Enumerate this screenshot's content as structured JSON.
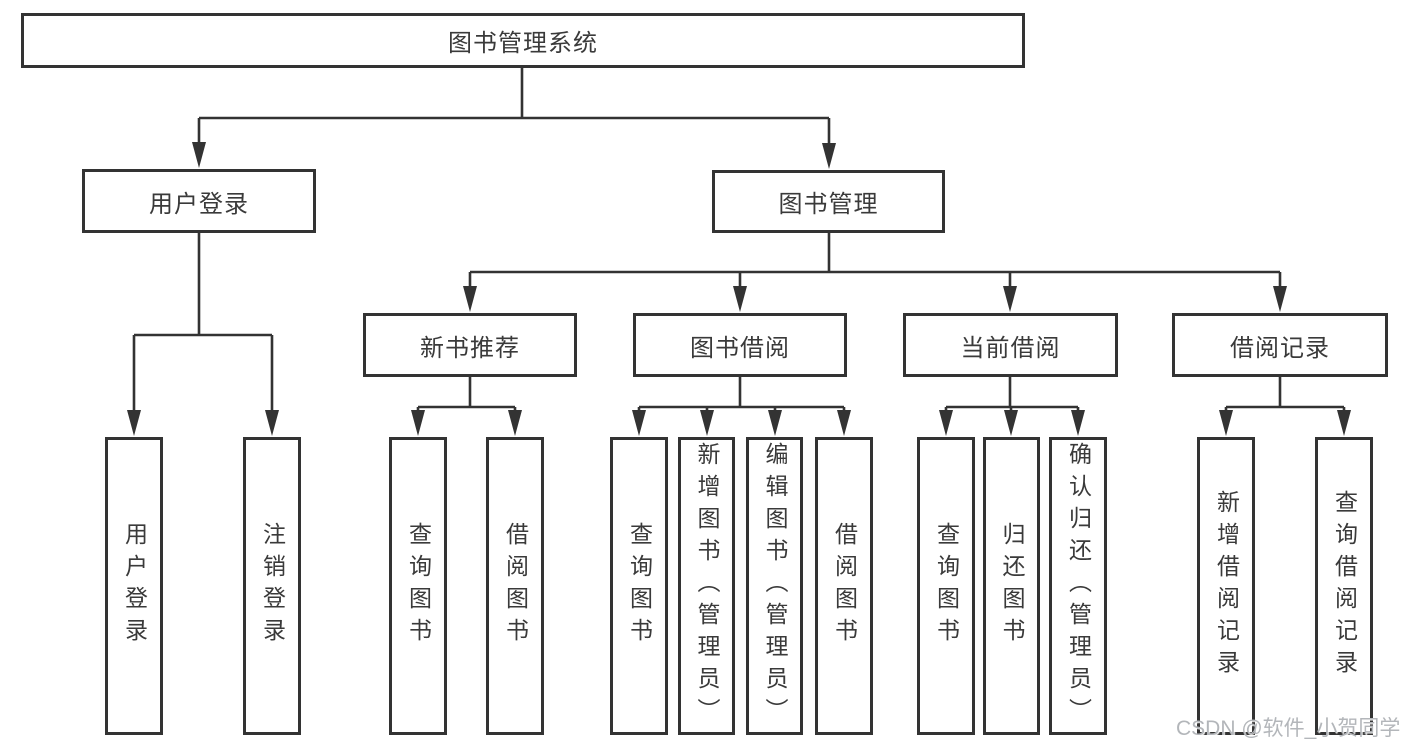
{
  "colors": {
    "bg": "#ffffff",
    "border": "#333333",
    "text": "#3a3a3a",
    "line": "#333333",
    "watermark": "#b3b6ba"
  },
  "watermark": {
    "text": "CSDN @软件_小贺同学"
  },
  "tree": {
    "label": "图书管理系统",
    "children": [
      {
        "label": "用户登录",
        "children": [
          {
            "label": "用户登录"
          },
          {
            "label": "注销登录"
          }
        ]
      },
      {
        "label": "图书管理",
        "children": [
          {
            "label": "新书推荐",
            "children": [
              {
                "label": "查询图书"
              },
              {
                "label": "借阅图书"
              }
            ]
          },
          {
            "label": "图书借阅",
            "children": [
              {
                "label": "查询图书"
              },
              {
                "label": "新增图书（管理员）"
              },
              {
                "label": "编辑图书（管理员）"
              },
              {
                "label": "借阅图书"
              }
            ]
          },
          {
            "label": "当前借阅",
            "children": [
              {
                "label": "查询图书"
              },
              {
                "label": "归还图书"
              },
              {
                "label": "确认归还（管理员）"
              }
            ]
          },
          {
            "label": "借阅记录",
            "children": [
              {
                "label": "新增借阅记录"
              },
              {
                "label": "查询借阅记录"
              }
            ]
          }
        ]
      }
    ]
  }
}
